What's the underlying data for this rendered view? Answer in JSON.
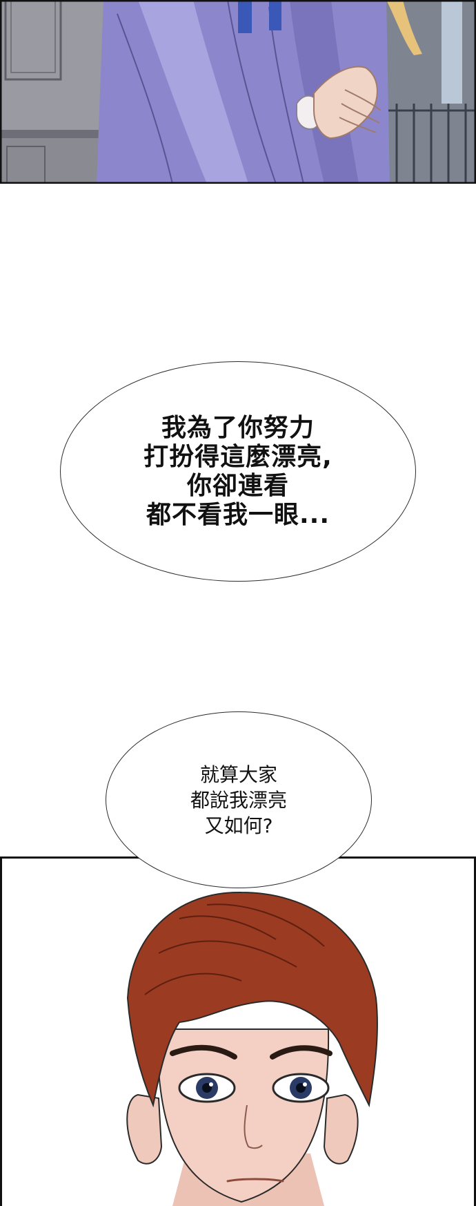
{
  "bubbles": [
    {
      "lines": [
        "我為了你努力",
        "打扮得這麼漂亮,",
        "你卻連看",
        "都不看我一眼..."
      ]
    },
    {
      "lines": [
        "就算大家",
        "都說我漂亮",
        "又如何?"
      ]
    }
  ],
  "colors": {
    "background": "#ffffff",
    "panel_border": "#111111",
    "dress": "#8c86cc",
    "hair": "#9a3b22",
    "skin": "#f3cfc4"
  }
}
